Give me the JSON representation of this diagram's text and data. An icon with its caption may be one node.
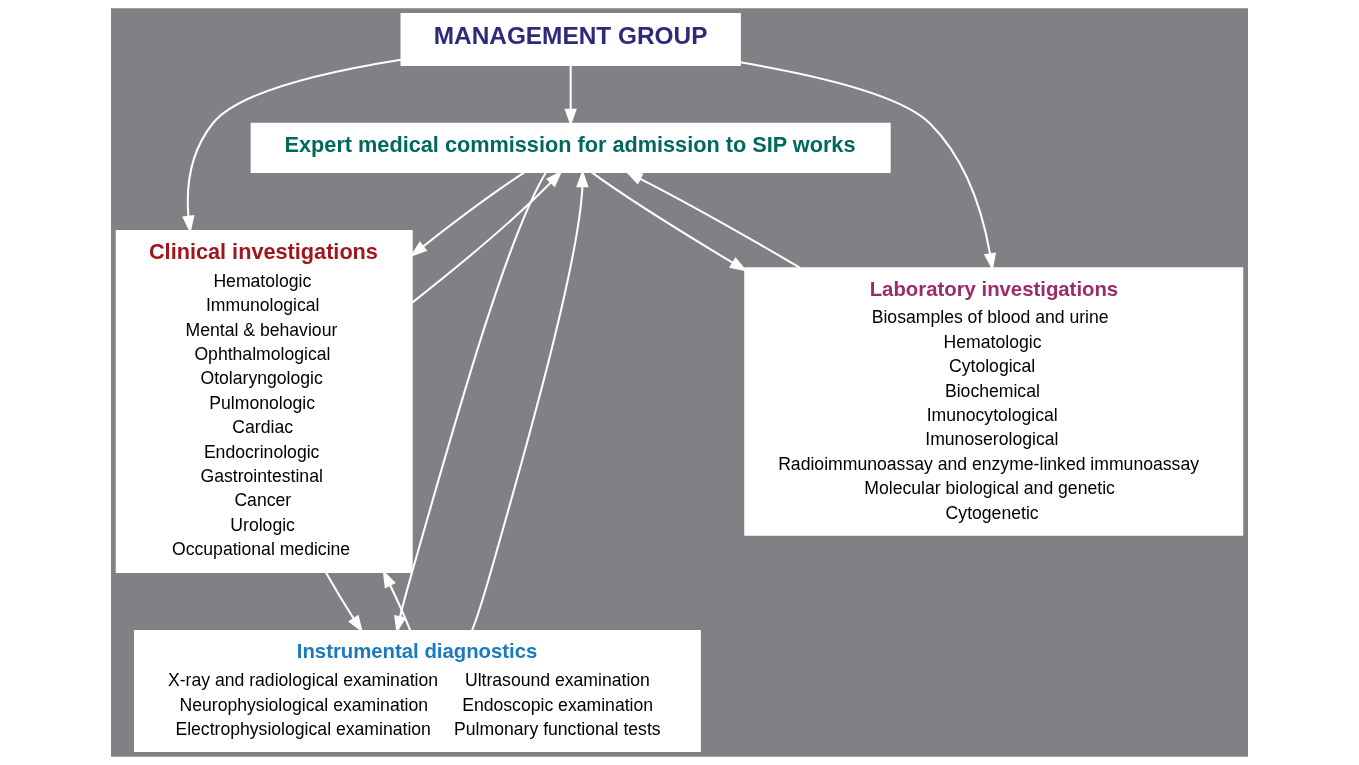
{
  "diagram": {
    "nodes": [
      {
        "text": [
          "MANAGEMENT GROUP"
        ]
      },
      {
        "text": [
          "Expert medical commission for admission to SIP works"
        ]
      },
      {
        "text": [
          "Clinical investigations",
          "Hematologic",
          "Immunological",
          "Mental & behaviour",
          "Ophthalmological",
          "Otolaryngologic",
          "Pulmonologic",
          "Cardiac",
          "Endocrinologic",
          "Gastrointestinal",
          "Cancer",
          "Urologic",
          "Occupational medicine"
        ]
      },
      {
        "text": [
          "Laboratory investigations",
          "Biosamples of blood and urine",
          "Hematologic",
          "Cytological",
          "Biochemical",
          "Imunocytological",
          "Imunoserological",
          "Radioimmunoassay and enzyme-linked immunoassay",
          "Molecular biological and genetic",
          "Cytogenetic"
        ]
      },
      {
        "text": [
          "Instrumental diagnostics",
          "X-ray and radiological examination",
          "Ultrasound examination",
          "Neurophysiological examination",
          "Endoscopic examination",
          "Electrophysiological examination",
          "Pulmonary functional tests"
        ]
      }
    ],
    "edges": [
      {
        "from": 0,
        "to": 2,
        "arrow": "to"
      },
      {
        "from": 0,
        "to": 1,
        "arrow": "to"
      },
      {
        "from": 0,
        "to": 3,
        "arrow": "to"
      },
      {
        "from": 1,
        "to": 2,
        "arrow": "to"
      },
      {
        "from": 2,
        "to": 1,
        "arrow": "to"
      },
      {
        "from": 1,
        "to": 3,
        "arrow": "to"
      },
      {
        "from": 3,
        "to": 1,
        "arrow": "to"
      },
      {
        "from": 1,
        "to": 4,
        "arrow": "to"
      },
      {
        "from": 4,
        "to": 1,
        "arrow": "to"
      },
      {
        "from": 2,
        "to": 4,
        "arrow": "to"
      },
      {
        "from": 4,
        "to": 2,
        "arrow": "to"
      }
    ]
  }
}
